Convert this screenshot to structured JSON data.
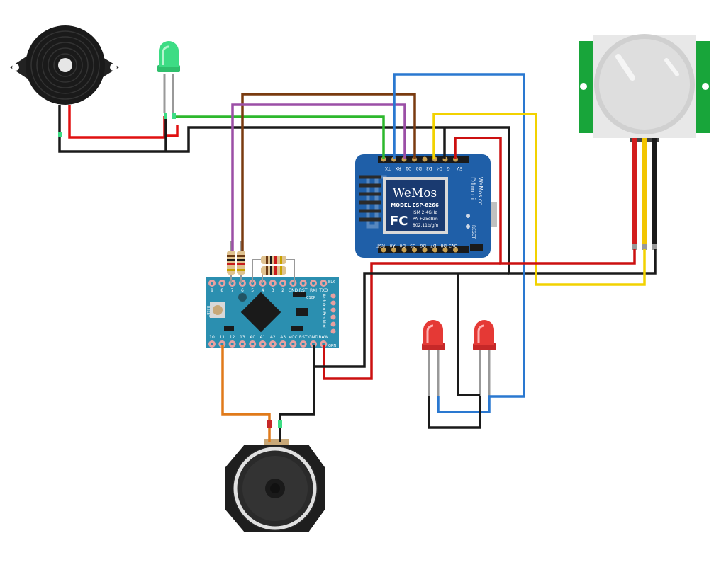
{
  "wemos": {
    "top_pins": [
      "TX",
      "RX",
      "D1",
      "D2",
      "D3",
      "D4",
      "G",
      "5V"
    ],
    "bottom_pins": [
      "RST",
      "A0",
      "D0",
      "D5",
      "D6",
      "D7",
      "D8",
      "3V3"
    ],
    "logo": "WeMos",
    "model": "MODEL ESP-8266",
    "specs": [
      "ISM 2.4GHz",
      "PA +25dBm",
      "802.11b/g/n"
    ],
    "fc": "FC",
    "side_title": "D1mini",
    "side_url": "WeMos.cc",
    "reset": "RESET"
  },
  "promini": {
    "top_pins": [
      "9",
      "8",
      "7",
      "6",
      "5",
      "4",
      "3",
      "2",
      "GND",
      "RST",
      "RXI",
      "TXO"
    ],
    "bottom_pins": [
      "10",
      "11",
      "12",
      "13",
      "A0",
      "A1",
      "A2",
      "A3",
      "VCC",
      "RST",
      "GND",
      "RAW"
    ],
    "right_edge_top": "BLK",
    "right_edge_bottom": "GRN",
    "side_text": "Arduino Pro Mini",
    "reset_label": "RESET",
    "cap_label": "C10P"
  }
}
